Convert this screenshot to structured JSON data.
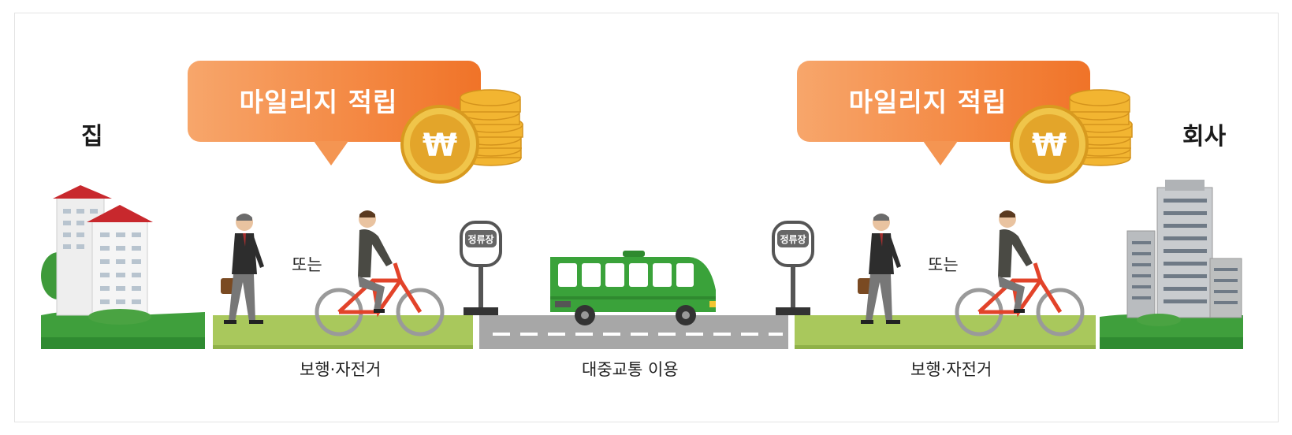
{
  "start_label": "집",
  "end_label": "회사",
  "bubbles": [
    {
      "text": "마일리지 적립"
    },
    {
      "text": "마일리지 적립"
    }
  ],
  "coin_symbol": "₩",
  "or_labels": [
    "또는",
    "또는"
  ],
  "stop_signs": [
    "정류장",
    "정류장"
  ],
  "segments": [
    {
      "label": "보행·자전거"
    },
    {
      "label": "대중교통 이용"
    },
    {
      "label": "보행·자전거"
    }
  ],
  "colors": {
    "bubble_orange": "#f48a45",
    "grass_green": "#a9c85c",
    "road_gray": "#a7a7a7",
    "bus_green": "#3aa23a",
    "coin_gold": "#f2b531"
  }
}
